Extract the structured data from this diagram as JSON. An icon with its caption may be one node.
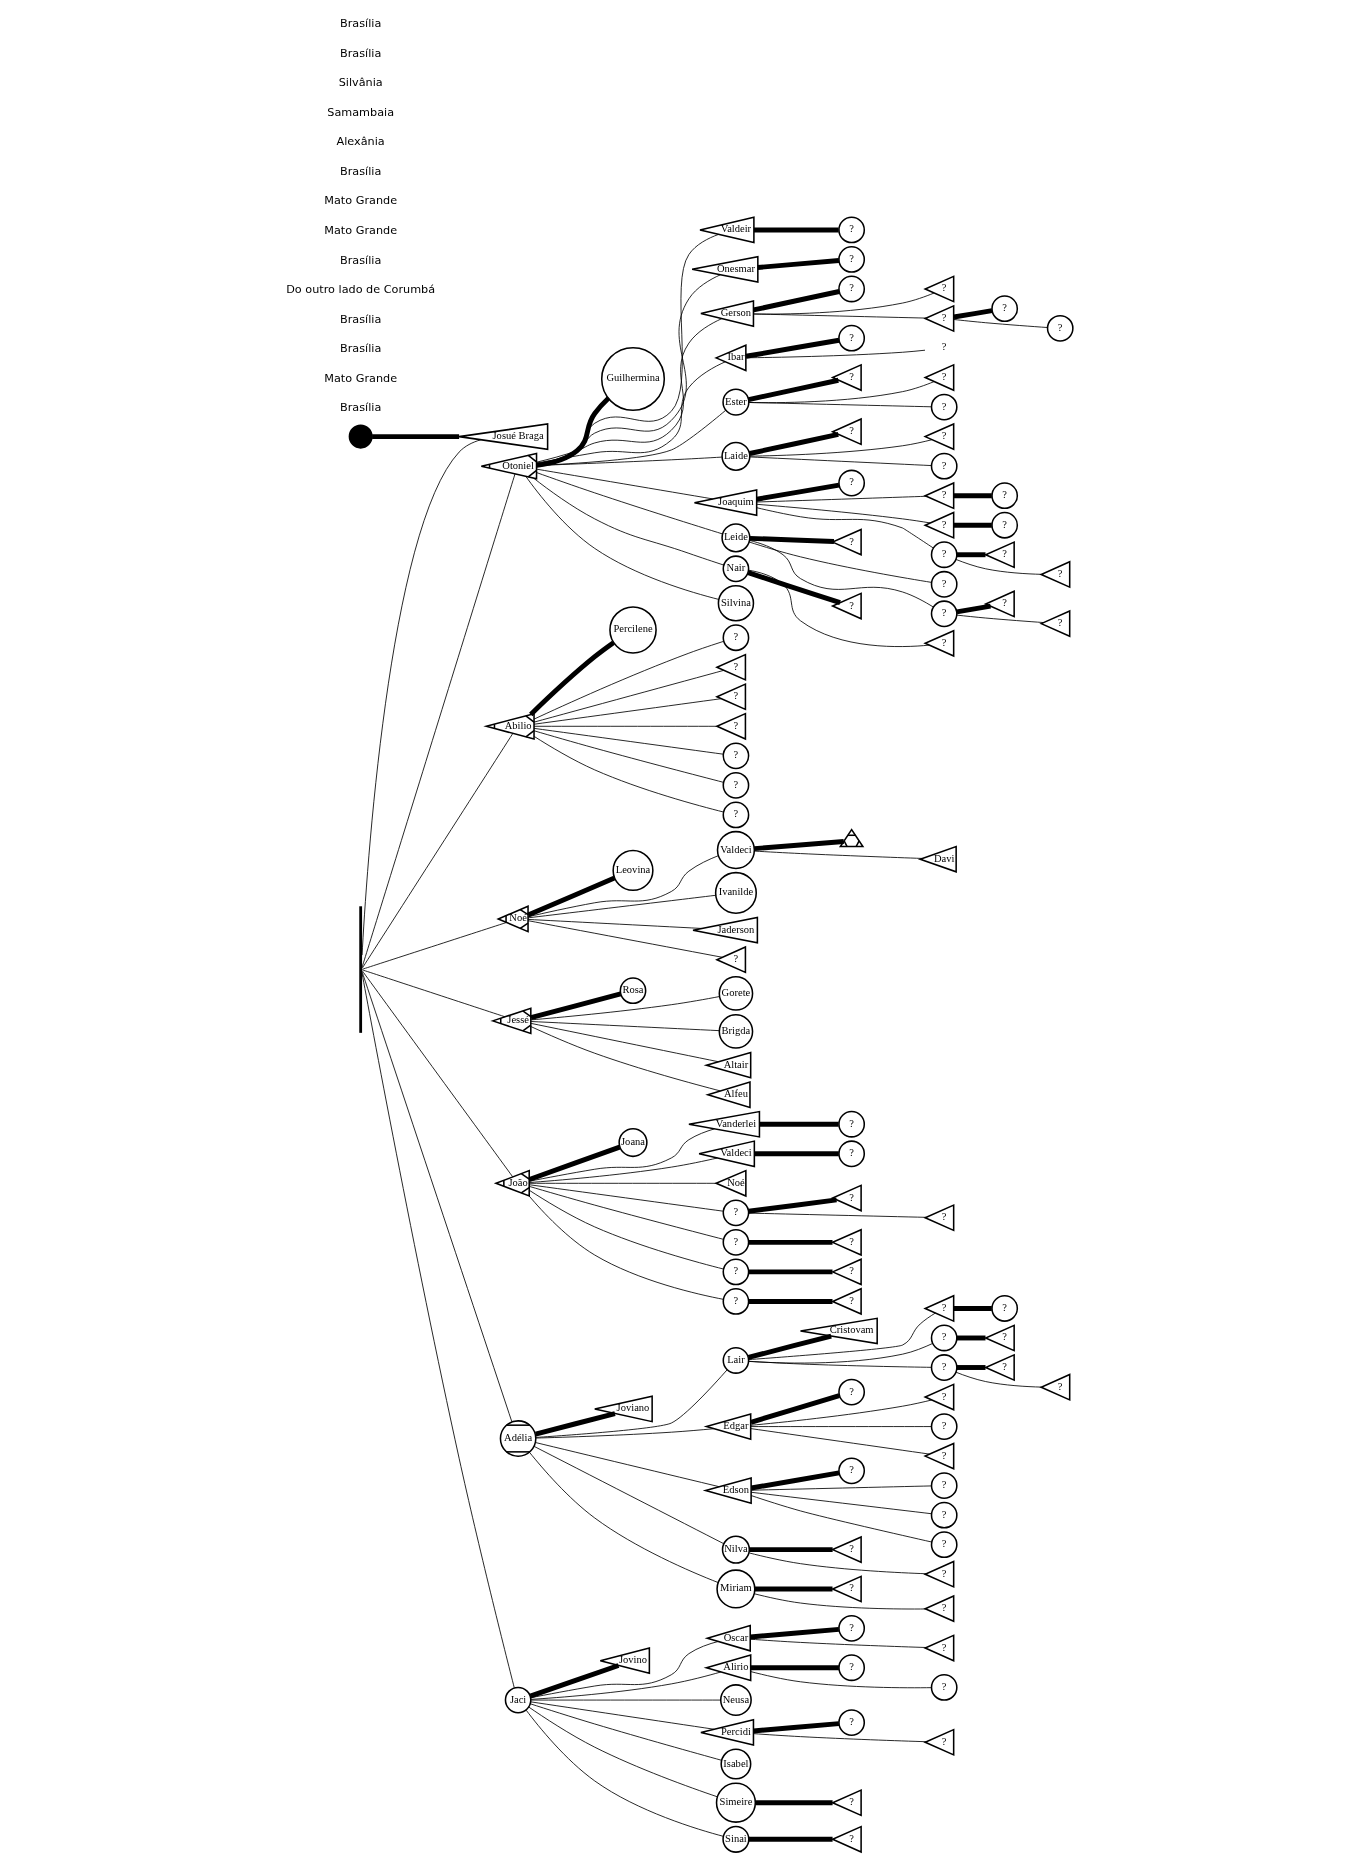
{
  "diagram": {
    "nodes": [
      {
        "text": [],
        "shape": "circle"
      },
      {
        "text": [
          "Josué Braga"
        ]
      },
      {
        "text": [
          "Otoniel"
        ]
      },
      {
        "text": [
          "Guilhermina"
        ]
      },
      {
        "text": [
          "Abilio"
        ]
      },
      {
        "text": [
          "Percilene"
        ]
      },
      {
        "text": [
          "Noé"
        ]
      },
      {
        "text": [
          "Leovina"
        ]
      },
      {
        "text": [
          "Jessé"
        ]
      },
      {
        "text": [
          "Rosa"
        ]
      },
      {
        "text": [
          "João"
        ]
      },
      {
        "text": [
          "Joana"
        ]
      },
      {
        "text": [
          "Adélia"
        ]
      },
      {
        "text": [
          "Joviano"
        ]
      },
      {
        "text": [
          "Jaci"
        ]
      },
      {
        "text": [
          "Jovino"
        ]
      },
      {
        "text": [
          "Valdeir"
        ]
      },
      {
        "text": [
          "?"
        ]
      },
      {
        "text": [
          "Onesmar"
        ]
      },
      {
        "text": [
          "?"
        ]
      },
      {
        "text": [
          "Gerson"
        ]
      },
      {
        "text": [
          "?"
        ]
      },
      {
        "text": [
          "?"
        ]
      },
      {
        "text": [
          "?"
        ]
      },
      {
        "text": [
          "?"
        ]
      },
      {
        "text": [
          "?"
        ]
      },
      {
        "text": [
          "Ibar"
        ]
      },
      {
        "text": [
          "?"
        ]
      },
      {
        "text": [
          "?"
        ]
      },
      {
        "text": [
          "Ester"
        ]
      },
      {
        "text": [
          "?"
        ]
      },
      {
        "text": [
          "?"
        ]
      },
      {
        "text": [
          "?"
        ]
      },
      {
        "text": [
          "Laide"
        ]
      },
      {
        "text": [
          "?"
        ]
      },
      {
        "text": [
          "?"
        ]
      },
      {
        "text": [
          "?"
        ]
      },
      {
        "text": [
          "Joaquim"
        ]
      },
      {
        "text": [
          "?"
        ]
      },
      {
        "text": [
          "?"
        ]
      },
      {
        "text": [
          "?"
        ]
      },
      {
        "text": [
          "?"
        ]
      },
      {
        "text": [
          "?"
        ]
      },
      {
        "text": [
          "?"
        ]
      },
      {
        "text": [
          "?"
        ]
      },
      {
        "text": [
          "?"
        ]
      },
      {
        "text": [
          "Leide"
        ]
      },
      {
        "text": [
          "?"
        ]
      },
      {
        "text": [
          "?"
        ]
      },
      {
        "text": [
          "?"
        ]
      },
      {
        "text": [
          "?"
        ]
      },
      {
        "text": [
          "?"
        ]
      },
      {
        "text": [
          "Nair"
        ]
      },
      {
        "text": [
          "?"
        ]
      },
      {
        "text": [
          "?"
        ]
      },
      {
        "text": [
          "Silvina"
        ]
      },
      {
        "text": [
          "?"
        ]
      },
      {
        "text": [
          "?"
        ]
      },
      {
        "text": [
          "?"
        ]
      },
      {
        "text": [
          "?"
        ]
      },
      {
        "text": [
          "?"
        ]
      },
      {
        "text": [
          "?"
        ]
      },
      {
        "text": [
          "?"
        ]
      },
      {
        "text": [
          "Valdeci"
        ]
      },
      {
        "text": [],
        "shape": "triangle"
      },
      {
        "text": [
          "Davi"
        ]
      },
      {
        "text": [
          "Ivanilde"
        ]
      },
      {
        "text": [
          "Jaderson"
        ]
      },
      {
        "text": [
          "?"
        ]
      },
      {
        "text": [
          "Gorete"
        ]
      },
      {
        "text": [
          "Brigda"
        ]
      },
      {
        "text": [
          "Altair"
        ]
      },
      {
        "text": [
          "Alfeu"
        ]
      },
      {
        "text": [
          "Vanderlei"
        ]
      },
      {
        "text": [
          "?"
        ]
      },
      {
        "text": [
          "Valdeci"
        ]
      },
      {
        "text": [
          "?"
        ]
      },
      {
        "text": [
          "Noé"
        ]
      },
      {
        "text": [
          "?"
        ]
      },
      {
        "text": [
          "?"
        ]
      },
      {
        "text": [
          "?"
        ]
      },
      {
        "text": [
          "?"
        ]
      },
      {
        "text": [
          "?"
        ]
      },
      {
        "text": [
          "?"
        ]
      },
      {
        "text": [
          "?"
        ]
      },
      {
        "text": [
          "?"
        ]
      },
      {
        "text": [
          "?"
        ]
      },
      {
        "text": [
          "Lair"
        ]
      },
      {
        "text": [
          "Cristovam"
        ]
      },
      {
        "text": [
          "Edgar"
        ]
      },
      {
        "text": [
          "?"
        ]
      },
      {
        "text": [
          "Edson"
        ]
      },
      {
        "text": [
          "?"
        ]
      },
      {
        "text": [
          "Nilva"
        ]
      },
      {
        "text": [
          "?"
        ]
      },
      {
        "text": [
          "?"
        ]
      },
      {
        "text": [
          "Miriam"
        ]
      },
      {
        "text": [
          "?"
        ]
      },
      {
        "text": [
          "?"
        ]
      },
      {
        "text": [
          "?"
        ]
      },
      {
        "text": [
          "?"
        ]
      },
      {
        "text": [
          "?"
        ]
      },
      {
        "text": [
          "?"
        ]
      },
      {
        "text": [
          "?"
        ]
      },
      {
        "text": [
          "?"
        ]
      },
      {
        "text": [
          "?"
        ]
      },
      {
        "text": [
          "?"
        ]
      },
      {
        "text": [
          "?"
        ]
      },
      {
        "text": [
          "?"
        ]
      },
      {
        "text": [
          "?"
        ]
      },
      {
        "text": [
          "?"
        ]
      },
      {
        "text": [
          "?"
        ]
      },
      {
        "text": [
          "Oscar"
        ]
      },
      {
        "text": [
          "?"
        ]
      },
      {
        "text": [
          "?"
        ]
      },
      {
        "text": [
          "Alirio"
        ]
      },
      {
        "text": [
          "?"
        ]
      },
      {
        "text": [
          "?"
        ]
      },
      {
        "text": [
          "Neusa"
        ]
      },
      {
        "text": [
          "Percidi"
        ]
      },
      {
        "text": [
          "?"
        ]
      },
      {
        "text": [
          "?"
        ]
      },
      {
        "text": [
          "Isabel"
        ]
      },
      {
        "text": [
          "Simeire"
        ]
      },
      {
        "text": [
          "?"
        ]
      },
      {
        "text": [
          "Sinai"
        ]
      },
      {
        "text": [
          "?"
        ]
      },
      {
        "text": [],
        "shape": "bar"
      }
    ],
    "edges": [
      {
        "from": 0,
        "to": 1,
        "arrow": "none",
        "style": "thick"
      },
      {
        "from": 127,
        "to": 1,
        "arrow": "none"
      },
      {
        "from": 127,
        "to": 2,
        "arrow": "none"
      },
      {
        "from": 127,
        "to": 4,
        "arrow": "none"
      },
      {
        "from": 127,
        "to": 6,
        "arrow": "none"
      },
      {
        "from": 127,
        "to": 8,
        "arrow": "none"
      },
      {
        "from": 127,
        "to": 10,
        "arrow": "none"
      },
      {
        "from": 127,
        "to": 12,
        "arrow": "none"
      },
      {
        "from": 127,
        "to": 14,
        "arrow": "none"
      },
      {
        "from": 2,
        "to": 3,
        "arrow": "none",
        "style": "thick"
      },
      {
        "from": 4,
        "to": 5,
        "arrow": "none",
        "style": "thick"
      },
      {
        "from": 6,
        "to": 7,
        "arrow": "none",
        "style": "thick"
      },
      {
        "from": 8,
        "to": 9,
        "arrow": "none",
        "style": "thick"
      },
      {
        "from": 10,
        "to": 11,
        "arrow": "none",
        "style": "thick"
      },
      {
        "from": 12,
        "to": 13,
        "arrow": "none",
        "style": "thick"
      },
      {
        "from": 14,
        "to": 15,
        "arrow": "none",
        "style": "thick"
      },
      {
        "from": 2,
        "to": 16,
        "arrow": "none"
      },
      {
        "from": 2,
        "to": 18,
        "arrow": "none"
      },
      {
        "from": 2,
        "to": 20,
        "arrow": "none"
      },
      {
        "from": 2,
        "to": 26,
        "arrow": "none"
      },
      {
        "from": 2,
        "to": 29,
        "arrow": "none"
      },
      {
        "from": 2,
        "to": 33,
        "arrow": "none"
      },
      {
        "from": 2,
        "to": 37,
        "arrow": "none"
      },
      {
        "from": 2,
        "to": 46,
        "arrow": "none"
      },
      {
        "from": 2,
        "to": 52,
        "arrow": "none"
      },
      {
        "from": 2,
        "to": 55,
        "arrow": "none"
      },
      {
        "from": 16,
        "to": 17,
        "arrow": "none",
        "style": "thick"
      },
      {
        "from": 18,
        "to": 19,
        "arrow": "none",
        "style": "thick"
      },
      {
        "from": 20,
        "to": 21,
        "arrow": "none",
        "style": "thick"
      },
      {
        "from": 20,
        "to": 22,
        "arrow": "none"
      },
      {
        "from": 20,
        "to": 23,
        "arrow": "none"
      },
      {
        "from": 23,
        "to": 24,
        "arrow": "none",
        "style": "thick"
      },
      {
        "from": 23,
        "to": 25,
        "arrow": "none"
      },
      {
        "from": 26,
        "to": 27,
        "arrow": "none",
        "style": "thick"
      },
      {
        "from": 26,
        "to": 28,
        "arrow": "none"
      },
      {
        "from": 29,
        "to": 30,
        "arrow": "none",
        "style": "thick"
      },
      {
        "from": 29,
        "to": 31,
        "arrow": "none"
      },
      {
        "from": 29,
        "to": 32,
        "arrow": "none"
      },
      {
        "from": 33,
        "to": 34,
        "arrow": "none",
        "style": "thick"
      },
      {
        "from": 33,
        "to": 35,
        "arrow": "none"
      },
      {
        "from": 33,
        "to": 36,
        "arrow": "none"
      },
      {
        "from": 37,
        "to": 38,
        "arrow": "none",
        "style": "thick"
      },
      {
        "from": 37,
        "to": 39,
        "arrow": "none"
      },
      {
        "from": 37,
        "to": 41,
        "arrow": "none"
      },
      {
        "from": 37,
        "to": 43,
        "arrow": "none"
      },
      {
        "from": 39,
        "to": 40,
        "arrow": "none",
        "style": "thick"
      },
      {
        "from": 41,
        "to": 42,
        "arrow": "none",
        "style": "thick"
      },
      {
        "from": 43,
        "to": 44,
        "arrow": "none",
        "style": "thick"
      },
      {
        "from": 43,
        "to": 45,
        "arrow": "none"
      },
      {
        "from": 46,
        "to": 47,
        "arrow": "none",
        "style": "thick"
      },
      {
        "from": 46,
        "to": 48,
        "arrow": "none"
      },
      {
        "from": 46,
        "to": 49,
        "arrow": "none"
      },
      {
        "from": 49,
        "to": 50,
        "arrow": "none",
        "style": "thick"
      },
      {
        "from": 49,
        "to": 51,
        "arrow": "none"
      },
      {
        "from": 52,
        "to": 53,
        "arrow": "none",
        "style": "thick"
      },
      {
        "from": 52,
        "to": 54,
        "arrow": "none"
      },
      {
        "from": 4,
        "to": 56,
        "arrow": "none"
      },
      {
        "from": 4,
        "to": 57,
        "arrow": "none"
      },
      {
        "from": 4,
        "to": 58,
        "arrow": "none"
      },
      {
        "from": 4,
        "to": 59,
        "arrow": "none"
      },
      {
        "from": 4,
        "to": 60,
        "arrow": "none"
      },
      {
        "from": 4,
        "to": 61,
        "arrow": "none"
      },
      {
        "from": 4,
        "to": 62,
        "arrow": "none"
      },
      {
        "from": 6,
        "to": 63,
        "arrow": "none"
      },
      {
        "from": 6,
        "to": 66,
        "arrow": "none"
      },
      {
        "from": 6,
        "to": 67,
        "arrow": "none"
      },
      {
        "from": 6,
        "to": 68,
        "arrow": "none"
      },
      {
        "from": 63,
        "to": 64,
        "arrow": "none",
        "style": "thick"
      },
      {
        "from": 63,
        "to": 65,
        "arrow": "none"
      },
      {
        "from": 8,
        "to": 69,
        "arrow": "none"
      },
      {
        "from": 8,
        "to": 70,
        "arrow": "none"
      },
      {
        "from": 8,
        "to": 71,
        "arrow": "none"
      },
      {
        "from": 8,
        "to": 72,
        "arrow": "none"
      },
      {
        "from": 10,
        "to": 73,
        "arrow": "none"
      },
      {
        "from": 10,
        "to": 75,
        "arrow": "none"
      },
      {
        "from": 10,
        "to": 77,
        "arrow": "none"
      },
      {
        "from": 10,
        "to": 78,
        "arrow": "none"
      },
      {
        "from": 10,
        "to": 81,
        "arrow": "none"
      },
      {
        "from": 10,
        "to": 83,
        "arrow": "none"
      },
      {
        "from": 10,
        "to": 85,
        "arrow": "none"
      },
      {
        "from": 73,
        "to": 74,
        "arrow": "none",
        "style": "thick"
      },
      {
        "from": 75,
        "to": 76,
        "arrow": "none",
        "style": "thick"
      },
      {
        "from": 78,
        "to": 79,
        "arrow": "none",
        "style": "thick"
      },
      {
        "from": 78,
        "to": 80,
        "arrow": "none"
      },
      {
        "from": 81,
        "to": 82,
        "arrow": "none",
        "style": "thick"
      },
      {
        "from": 83,
        "to": 84,
        "arrow": "none",
        "style": "thick"
      },
      {
        "from": 85,
        "to": 86,
        "arrow": "none",
        "style": "thick"
      },
      {
        "from": 12,
        "to": 87,
        "arrow": "none"
      },
      {
        "from": 12,
        "to": 89,
        "arrow": "none"
      },
      {
        "from": 12,
        "to": 91,
        "arrow": "none"
      },
      {
        "from": 12,
        "to": 93,
        "arrow": "none"
      },
      {
        "from": 12,
        "to": 96,
        "arrow": "none"
      },
      {
        "from": 87,
        "to": 88,
        "arrow": "none",
        "style": "thick"
      },
      {
        "from": 89,
        "to": 90,
        "arrow": "none",
        "style": "thick"
      },
      {
        "from": 91,
        "to": 92,
        "arrow": "none",
        "style": "thick"
      },
      {
        "from": 93,
        "to": 94,
        "arrow": "none",
        "style": "thick"
      },
      {
        "from": 93,
        "to": 95,
        "arrow": "none"
      },
      {
        "from": 96,
        "to": 97,
        "arrow": "none",
        "style": "thick"
      },
      {
        "from": 96,
        "to": 98,
        "arrow": "none"
      },
      {
        "from": 89,
        "to": 99,
        "arrow": "none"
      },
      {
        "from": 89,
        "to": 100,
        "arrow": "none"
      },
      {
        "from": 89,
        "to": 101,
        "arrow": "none"
      },
      {
        "from": 91,
        "to": 102,
        "arrow": "none"
      },
      {
        "from": 91,
        "to": 103,
        "arrow": "none"
      },
      {
        "from": 91,
        "to": 104,
        "arrow": "none"
      },
      {
        "from": 87,
        "to": 105,
        "arrow": "none"
      },
      {
        "from": 87,
        "to": 107,
        "arrow": "none"
      },
      {
        "from": 87,
        "to": 109,
        "arrow": "none"
      },
      {
        "from": 105,
        "to": 106,
        "arrow": "none",
        "style": "thick"
      },
      {
        "from": 107,
        "to": 108,
        "arrow": "none",
        "style": "thick"
      },
      {
        "from": 109,
        "to": 110,
        "arrow": "none",
        "style": "thick"
      },
      {
        "from": 109,
        "to": 111,
        "arrow": "none"
      },
      {
        "from": 14,
        "to": 112,
        "arrow": "none"
      },
      {
        "from": 14,
        "to": 115,
        "arrow": "none"
      },
      {
        "from": 14,
        "to": 118,
        "arrow": "none"
      },
      {
        "from": 14,
        "to": 119,
        "arrow": "none"
      },
      {
        "from": 14,
        "to": 122,
        "arrow": "none"
      },
      {
        "from": 14,
        "to": 123,
        "arrow": "none"
      },
      {
        "from": 14,
        "to": 125,
        "arrow": "none"
      },
      {
        "from": 112,
        "to": 113,
        "arrow": "none",
        "style": "thick"
      },
      {
        "from": 112,
        "to": 114,
        "arrow": "none"
      },
      {
        "from": 115,
        "to": 116,
        "arrow": "none",
        "style": "thick"
      },
      {
        "from": 115,
        "to": 117,
        "arrow": "none"
      },
      {
        "from": 119,
        "to": 120,
        "arrow": "none",
        "style": "thick"
      },
      {
        "from": 119,
        "to": 121,
        "arrow": "none"
      },
      {
        "from": 123,
        "to": 124,
        "arrow": "none",
        "style": "thick"
      },
      {
        "from": 125,
        "to": 126,
        "arrow": "none",
        "style": "thick"
      }
    ],
    "labels": [
      "Brasília",
      "Mato Grande",
      "Brasília",
      "Brasília",
      "Do outro lado de Corumbá",
      "Brasília",
      "Mato Grande",
      "Mato Grande",
      "Brasília",
      "Alexânia",
      "Samambaia",
      "Silvânia",
      "Brasília",
      "Brasília"
    ]
  }
}
